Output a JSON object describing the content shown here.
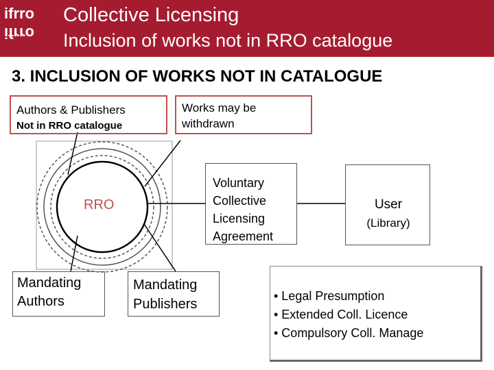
{
  "header": {
    "logo_top": "ifrro",
    "logo_bottom": "ifrro",
    "title_line1": "Collective Licensing",
    "title_line2": "Inclusion of works not in RRO catalogue",
    "background": "#a51c30"
  },
  "section_heading": "3. INCLUSION OF WORKS NOT IN CATALOGUE",
  "diagram": {
    "authors_publishers": "Authors & Publishers",
    "not_in_catalogue": "Not in RRO catalogue",
    "withdrawn_line1": "Works may be",
    "withdrawn_line2": "withdrawn",
    "rro": "RRO",
    "agreement": [
      "Voluntary",
      "Collective",
      "Licensing",
      "Agreement"
    ],
    "user": "User",
    "library": "(Library)",
    "mandating_authors": [
      "Mandating",
      "Authors"
    ],
    "mandating_publishers": [
      "Mandating",
      "Publishers"
    ],
    "options": [
      "• Legal Presumption",
      "• Extended Coll. Licence",
      "• Compulsory Coll.  Manage"
    ],
    "accent_color": "#c0504d"
  }
}
